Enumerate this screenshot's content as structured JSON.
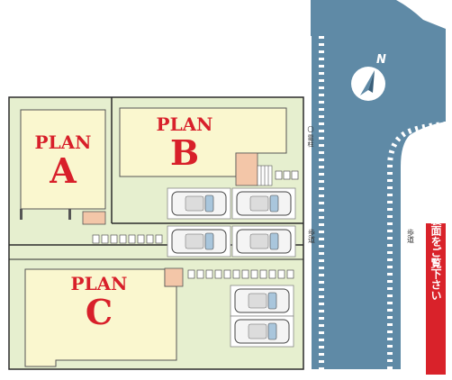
{
  "lots": [
    {
      "plan_word": "PLAN",
      "plan_letter": "A"
    },
    {
      "plan_word": "PLAN",
      "plan_letter": "B"
    },
    {
      "plan_word": "PLAN",
      "plan_letter": "C"
    }
  ],
  "road_labels": {
    "sidewalk_left": "歩道",
    "sidewalk_right": "歩道",
    "marker": "〇 電柱"
  },
  "compass": {
    "letter": "N"
  },
  "banner": {
    "text": "間取り図は裏面をご覧下さい"
  },
  "colors": {
    "site_green": "#e6efcf",
    "house_cream": "#faf7cf",
    "road_blue": "#5f8aa6",
    "lot_line": "#2b2b2b",
    "plan_red": "#d8202a",
    "entrance_peach": "#f3c6a8",
    "banner_red": "#d9222a"
  }
}
